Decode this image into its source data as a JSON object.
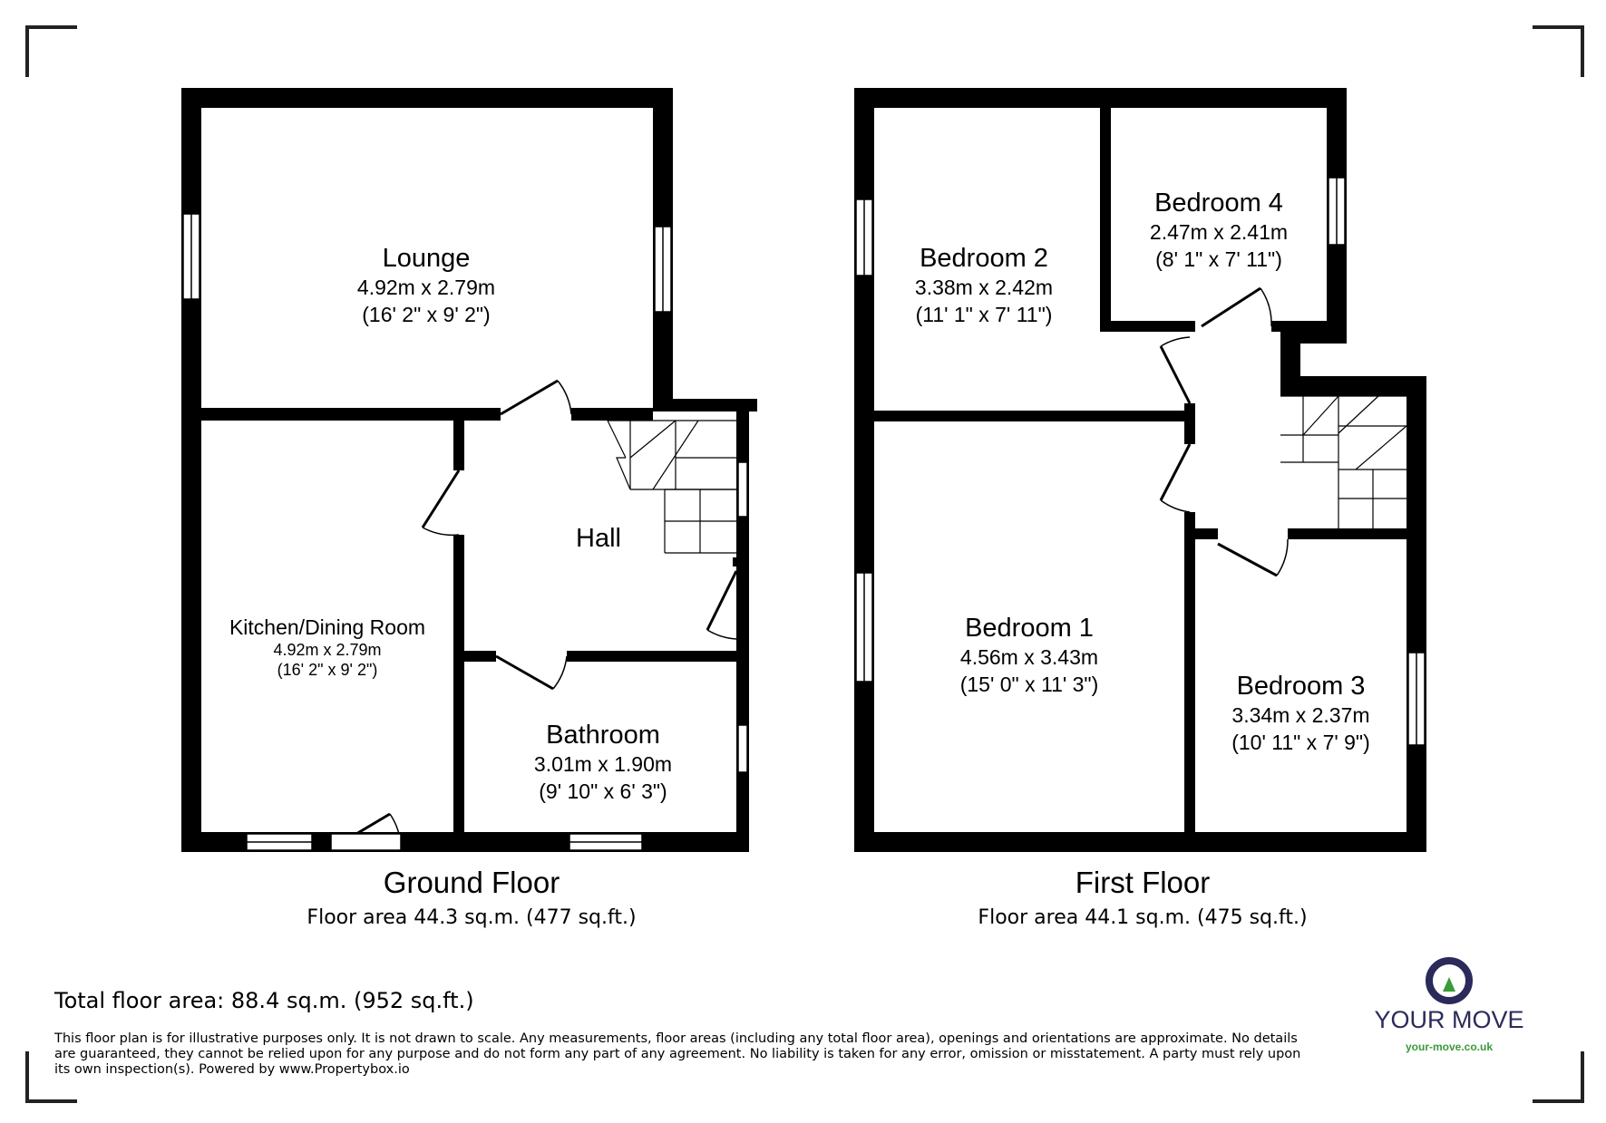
{
  "ground_floor": {
    "title": "Ground Floor",
    "area": "Floor area 44.3 sq.m. (477 sq.ft.)",
    "rooms": {
      "lounge": {
        "name": "Lounge",
        "metric": "4.92m x 2.79m",
        "imperial": "(16' 2\" x 9' 2\")"
      },
      "kitchen": {
        "name": "Kitchen/Dining Room",
        "metric": "4.92m x 2.79m",
        "imperial": "(16' 2\" x 9' 2\")"
      },
      "hall": {
        "name": "Hall"
      },
      "bathroom": {
        "name": "Bathroom",
        "metric": "3.01m x 1.90m",
        "imperial": "(9' 10\" x 6' 3\")"
      }
    }
  },
  "first_floor": {
    "title": "First Floor",
    "area": "Floor area 44.1 sq.m. (475 sq.ft.)",
    "rooms": {
      "bedroom2": {
        "name": "Bedroom 2",
        "metric": "3.38m x 2.42m",
        "imperial": "(11' 1\" x 7' 11\")"
      },
      "bedroom4": {
        "name": "Bedroom 4",
        "metric": "2.47m x 2.41m",
        "imperial": "(8' 1\" x 7' 11\")"
      },
      "bedroom1": {
        "name": "Bedroom 1",
        "metric": "4.56m x 3.43m",
        "imperial": "(15' 0\" x 11' 3\")"
      },
      "bedroom3": {
        "name": "Bedroom 3",
        "metric": "3.34m x 2.37m",
        "imperial": "(10' 11\" x 7' 9\")"
      }
    }
  },
  "total_area": "Total floor area: 88.4 sq.m. (952 sq.ft.)",
  "disclaimer": "This floor plan is for illustrative purposes only. It is not drawn to scale. Any measurements, floor areas (including any total floor area), openings and orientations are approximate. No details are guaranteed, they cannot be relied upon for any purpose and do not form any part of any agreement. No liability is taken for any error, omission or misstatement. A party must rely upon its own inspection(s). Powered by www.Propertybox.io",
  "logo": {
    "name": "YOUR MOVE",
    "url": "your-move.co.uk",
    "colors": {
      "navy": "#2b2a5a",
      "green": "#3a9a3a"
    }
  }
}
